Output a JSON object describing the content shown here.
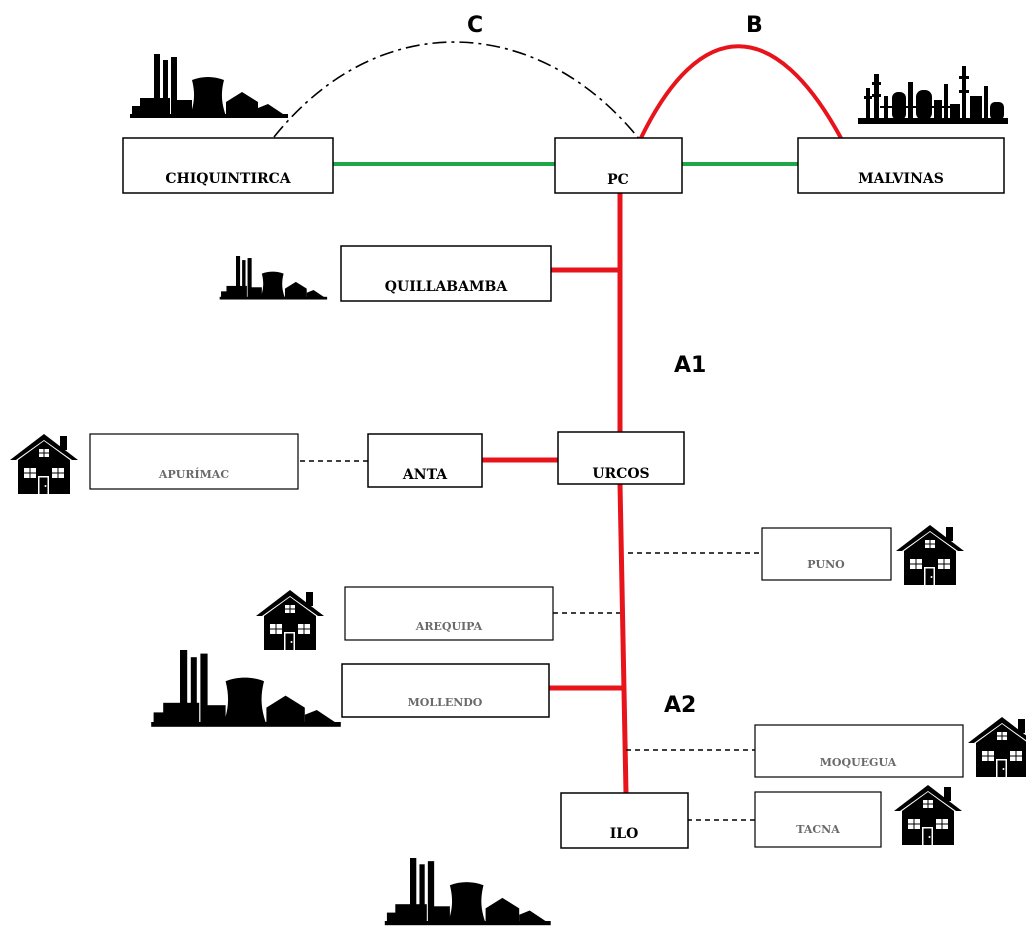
{
  "colors": {
    "red_line": "#e8141c",
    "green_line": "#1fa64a",
    "black_line": "#000000",
    "primary_text": "#000000",
    "secondary_text": "#6a6a6a"
  },
  "segment_labels": {
    "a1": "A1",
    "a2": "A2",
    "b": "B",
    "c": "C"
  },
  "nodes": {
    "chiquintirca": {
      "label": "CHIQUINTIRCA",
      "icon": "power-plant-icon"
    },
    "pc": {
      "label": "PC"
    },
    "malvinas": {
      "label": "MALVINAS",
      "icon": "refinery-icon"
    },
    "quillabamba": {
      "label": "QUILLABAMBA",
      "icon": "power-plant-icon"
    },
    "apurimac": {
      "label": "APURÍMAC",
      "icon": "house-icon"
    },
    "anta": {
      "label": "ANTA"
    },
    "urcos": {
      "label": "URCOS"
    },
    "puno": {
      "label": "PUNO",
      "icon": "house-icon"
    },
    "arequipa": {
      "label": "AREQUIPA",
      "icon": "house-icon"
    },
    "mollendo": {
      "label": "MOLLENDO",
      "icon": "power-plant-icon"
    },
    "moquegua": {
      "label": "MOQUEGUA",
      "icon": "house-icon"
    },
    "tacna": {
      "label": "TACNA",
      "icon": "house-icon"
    },
    "ilo": {
      "label": "ILO",
      "icon": "power-plant-icon"
    }
  }
}
